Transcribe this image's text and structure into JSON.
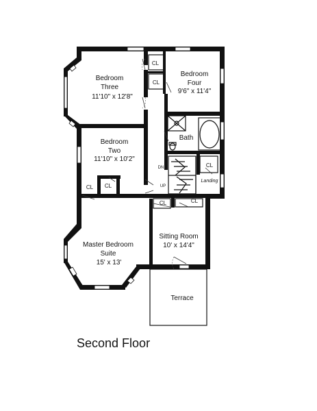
{
  "floor_title": "Second Floor",
  "rooms": {
    "bedroom_three": {
      "name": [
        "Bedroom",
        "Three"
      ],
      "dims": "11'10\" x 12'8\""
    },
    "bedroom_four": {
      "name": [
        "Bedroom",
        "Four"
      ],
      "dims": "9'6\" x 11'4\""
    },
    "bedroom_two": {
      "name": [
        "Bedroom",
        "Two"
      ],
      "dims": "11'10\" x 10'2\""
    },
    "bath": {
      "name": "Bath"
    },
    "master": {
      "name": [
        "Master Bedroom",
        "Suite"
      ],
      "dims": "15' x 13'"
    },
    "sitting": {
      "name": "Sitting Room",
      "dims": "10' x 14'4\""
    },
    "terrace": {
      "name": "Terrace"
    },
    "landing": {
      "name": "Landing"
    }
  },
  "closet_label": "CL",
  "stairs": {
    "down": "DN",
    "up": "UP"
  }
}
